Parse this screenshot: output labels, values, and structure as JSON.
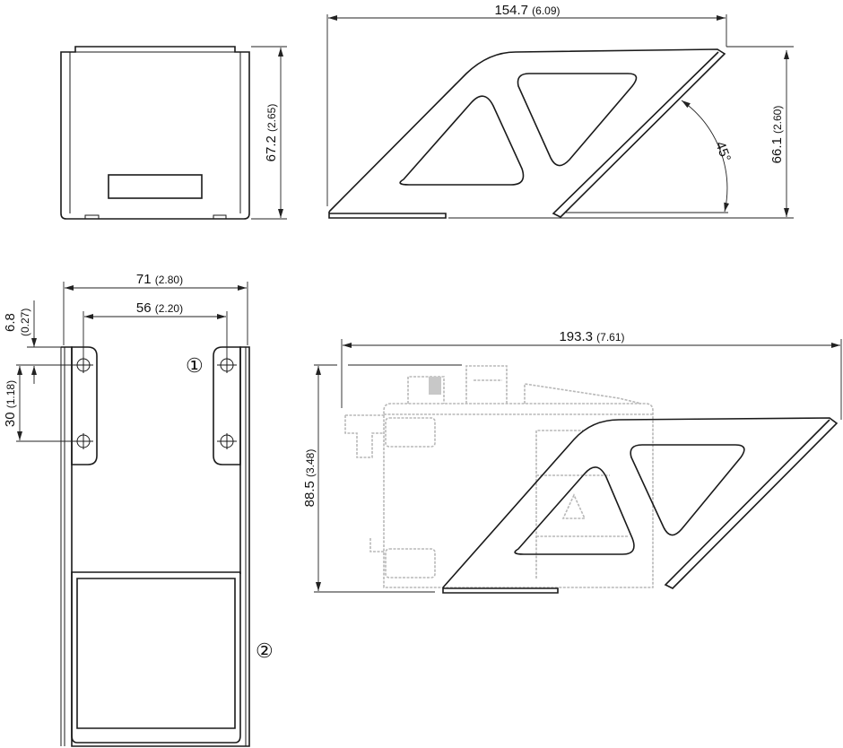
{
  "views": {
    "front": {
      "height_dim": "67.2",
      "height_dim_in": "(2.65)"
    },
    "side": {
      "width_dim": "154.7",
      "width_dim_in": "(6.09)",
      "height_dim": "66.1",
      "height_dim_in": "(2.60)",
      "angle": "45°"
    },
    "top": {
      "outer_width": "71",
      "outer_width_in": "(2.80)",
      "hole_spacing": "56",
      "hole_spacing_in": "(2.20)",
      "edge_offset": "6.8",
      "edge_offset_in": "(0.27)",
      "hole_pitch": "30",
      "hole_pitch_in": "(1.18)",
      "callout_1": "①",
      "callout_2": "②"
    },
    "mounted": {
      "width_dim": "193.3",
      "width_dim_in": "(7.61)",
      "height_dim": "88.5",
      "height_dim_in": "(3.48)"
    }
  }
}
